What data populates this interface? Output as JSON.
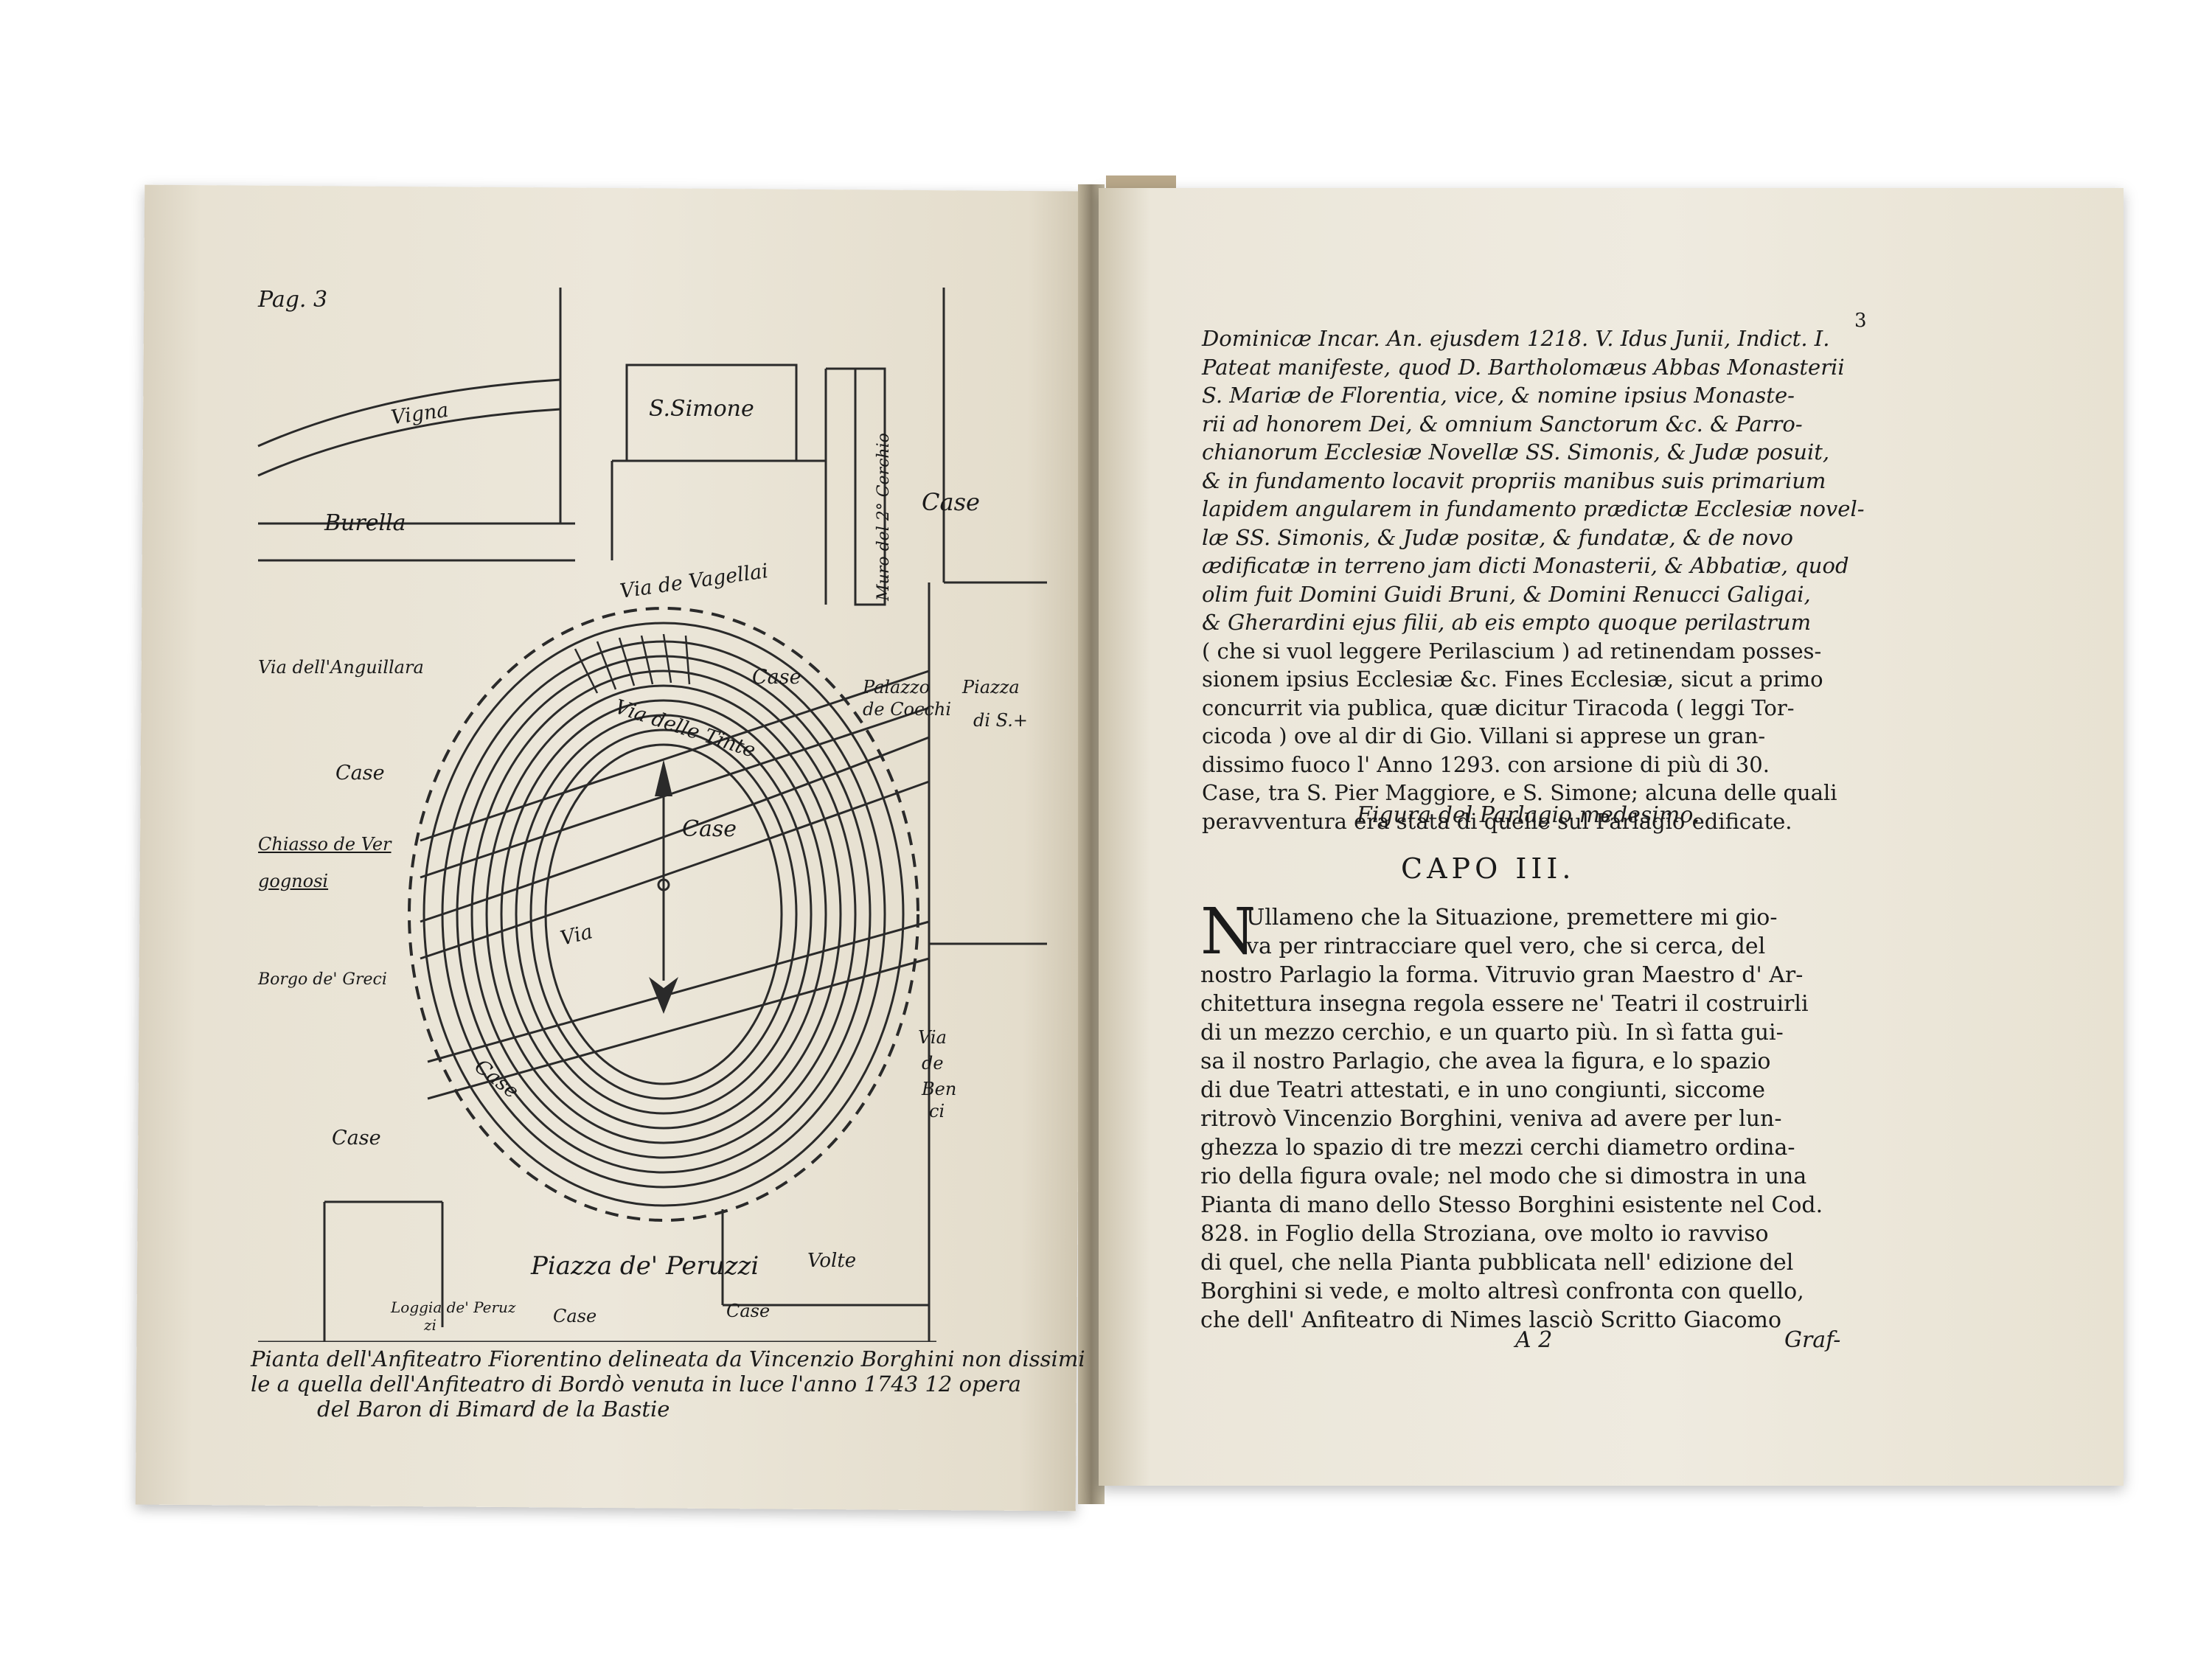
{
  "left_page": {
    "page_ref": "Pag. 3",
    "labels": {
      "vigna": "Vigna",
      "simone": "S.Simone",
      "cerchio": "Muro del 2° Cerchio",
      "case_top": "Case",
      "burella": "Burella",
      "vagellai": "Via de Vagellai",
      "anguillara": "Via dell'Anguillara",
      "case_inner1": "Case",
      "palazzo": "Palazzo",
      "cocchi": "de Cocchi",
      "piazza": "Piazza",
      "di_s": "di S.+",
      "tinte": "Via delle Tinte",
      "case_left": "Case",
      "case_center": "Case",
      "chiasso": "Chiasso de Ver",
      "gognosi": "gognosi",
      "via": "Via",
      "borgo": "Borgo de' Greci",
      "via_de": "Via",
      "via_de2": "de",
      "benci": "Ben",
      "benci2": "ci",
      "case_inner2": "Case",
      "case_bottomleft": "Case",
      "peruzzi": "Piazza de' Peruzzi",
      "volte": "Volte",
      "loggia": "Loggia de' Peruz",
      "loggia2": "zi",
      "case_b1": "Case",
      "case_b2": "Case"
    },
    "caption": [
      "Pianta dell'Anfiteatro Fiorentino delineata da Vincenzio Borghini non dissimi",
      "le a quella dell'Anfiteatro di Bordò venuta in luce l'anno 1743 12 opera",
      "del Baron di Bimard de la Bastie"
    ]
  },
  "right_page": {
    "page_number": "3",
    "latin": [
      "Dominicæ Incar. An. ejusdem 1218. V. Idus Junii, Indict. I.",
      "Pateat manifeste, quod D. Bartholomæus Abbas Monasterii",
      "S. Mariæ de Florentia, vice, & nomine ipsius Monaste-",
      "rii ad honorem Dei, & omnium Sanctorum &c. & Parro-",
      "chianorum Ecclesiæ Novellæ SS. Simonis, & Judæ posuit,",
      "& in fundamento locavit propriis manibus suis primarium",
      "lapidem angularem in fundamento prædictæ Ecclesiæ novel-",
      "læ SS. Simonis, & Judæ positæ, & fundatæ, & de novo",
      "ædificatæ in terreno jam dicti Monasterii, & Abbatiæ, quod",
      "olim fuit Domini Guidi Bruni, & Domini Renucci Galigai,",
      "& Gherardini ejus filii, ab eis empto quoque perilastrum",
      "( che si vuol leggere Perilascium ) ad retinendam posses-",
      "sionem ipsius Ecclesiæ &c. Fines Ecclesiæ, sicut a primo",
      "concurrit via publica, quæ dicitur Tiracoda ( leggi Tor-",
      "cicoda ) ove al dir di Gio. Villani si apprese un gran-",
      "dissimo fuoco l' Anno 1293. con arsione di più di 30.",
      "Case, tra S. Pier Maggiore, e S. Simone; alcuna delle quali",
      "peravventura era stata di quelle sul Parlagio edificate."
    ],
    "figura": "Figura del Parlagio medesimo.",
    "chapter": "CAPO III.",
    "dropcap": "N",
    "body": [
      "Ullameno che la Situazione, premettere mi gio-",
      "va per rintracciare quel vero, che si cerca, del",
      "nostro Parlagio la forma. Vitruvio gran Maestro d' Ar-",
      "chitettura insegna regola essere ne' Teatri il costruirli",
      "di un mezzo cerchio, e un quarto più. In sì fatta gui-",
      "sa il nostro Parlagio, che avea la figura, e lo spazio",
      "di due Teatri attestati, e in uno congiunti, siccome",
      "ritrovò Vincenzio Borghini, veniva ad avere per lun-",
      "ghezza lo spazio di tre mezzi cerchi diametro ordina-",
      "rio della figura ovale; nel modo che si dimostra in una",
      "Pianta di mano dello Stesso Borghini esistente nel Cod.",
      "828. in Foglio della Stroziana, ove molto io ravviso",
      "di quel, che nella Pianta pubblicata nell' edizione del",
      "Borghini si vede, e molto altresì confronta con quello,",
      "che dell' Anfiteatro di Nimes lasciò Scritto Giacomo"
    ],
    "signature": "A 2",
    "catchword": "Graf-"
  }
}
